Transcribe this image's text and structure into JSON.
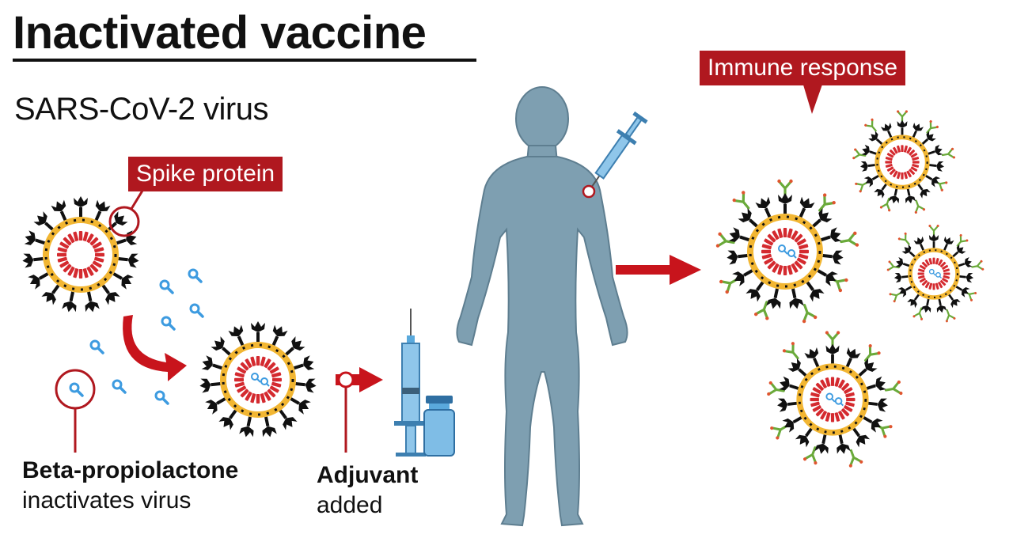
{
  "title": "Inactivated vaccine",
  "subtitle": "SARS-CoV-2 virus",
  "labels": {
    "spike_protein": "Spike protein",
    "immune_response": "Immune response"
  },
  "steps": {
    "inactivation": {
      "bold": "Beta-propiolactone",
      "plain": "inactivates virus"
    },
    "adjuvant": {
      "bold": "Adjuvant",
      "plain": "added"
    }
  },
  "colors": {
    "accent_red": "#b0181f",
    "spike_black": "#111111",
    "envelope_yellow": "#f2b632",
    "rna_red": "#d42a2f",
    "chemical_blue": "#3d9be0",
    "body_blue": "#7e9fb1",
    "antibody_green": "#6aaa3a"
  },
  "icons": [
    "virus-icon",
    "magnifier-molecule-icon",
    "curved-arrow-icon",
    "syringe-icon",
    "vial-icon",
    "human-body-icon",
    "antibody-icon",
    "arrow-right-icon"
  ]
}
